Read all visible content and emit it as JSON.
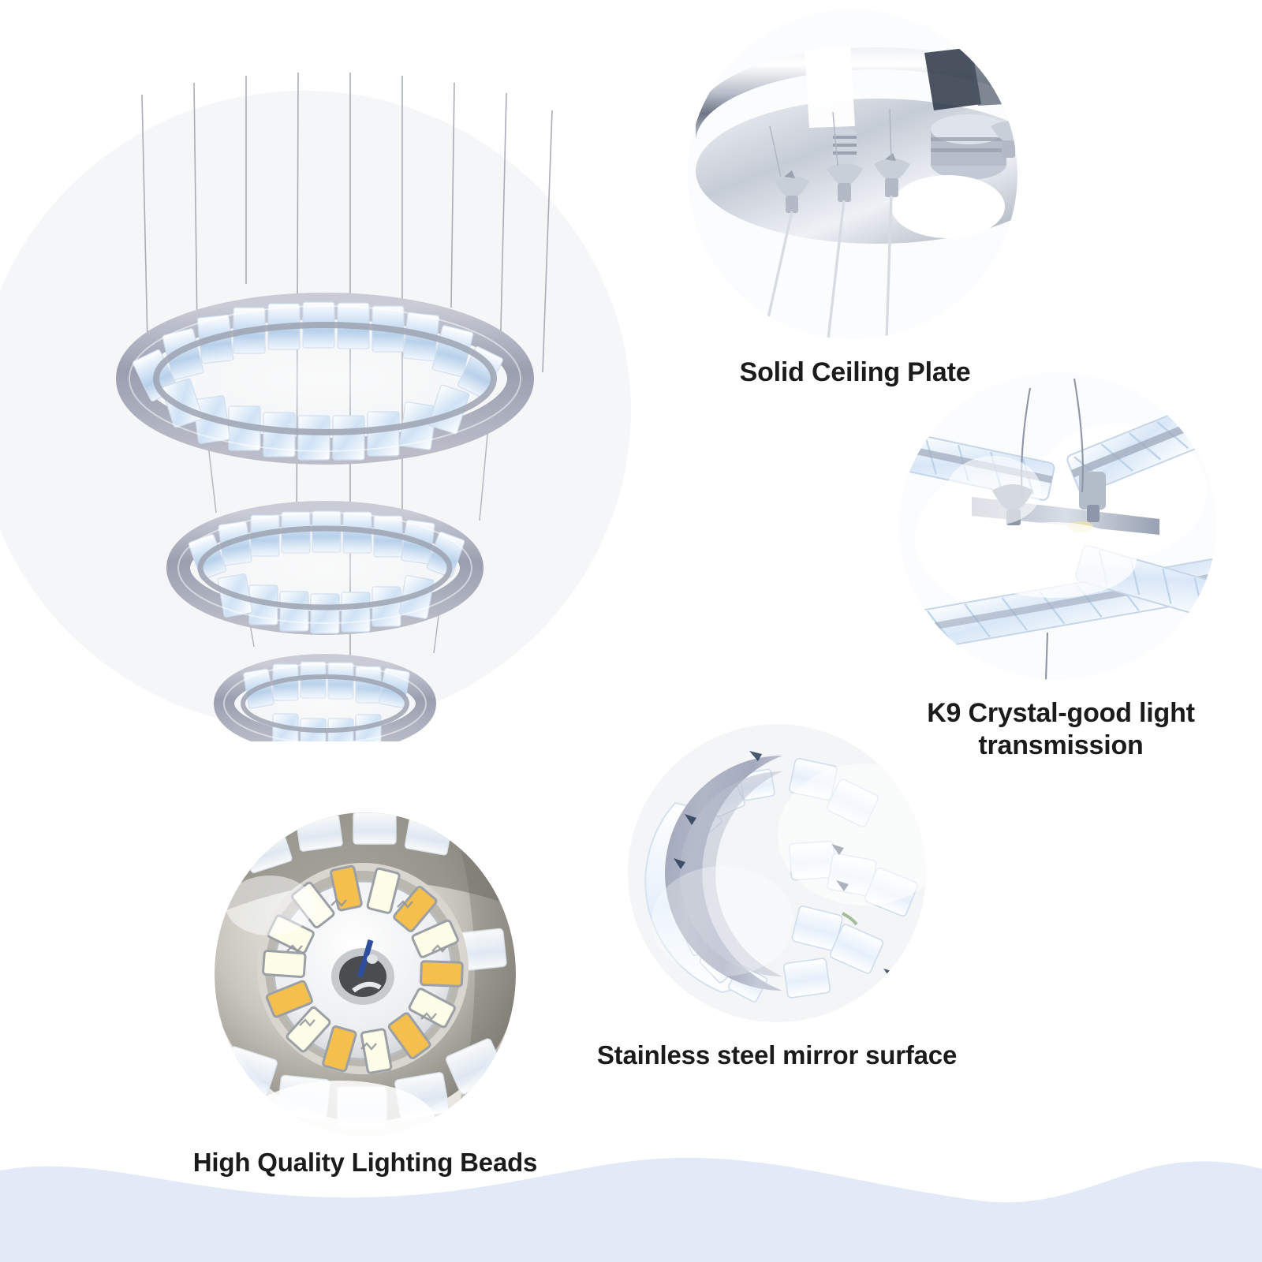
{
  "page": {
    "background_color": "#ffffff",
    "accent_wave_color": "#e2eaf8",
    "backdrop_color": "#f5f6f7",
    "caption_color": "#1b1b1b"
  },
  "hero": {
    "name": "three-ring-crystal-led-chandelier",
    "ring_count": 3,
    "wire_count": 9
  },
  "details": [
    {
      "id": "ceiling",
      "caption": "Solid Ceiling Plate",
      "subject": "chrome-ceiling-plate-with-cable-grips"
    },
    {
      "id": "crystal",
      "caption_line1": "K9 Crystal-good light",
      "caption_line2": "transmission",
      "caption": "K9 Crystal-good light transmission",
      "subject": "k9-crystal-closeup"
    },
    {
      "id": "steel",
      "caption": "Stainless steel mirror surface",
      "subject": "stainless-steel-mirror-ring-edge"
    },
    {
      "id": "beads",
      "caption": "High Quality Lighting Beads",
      "subject": "smd-led-board-closeup"
    }
  ],
  "led_board": {
    "chip_count": 14,
    "warm_color": "#f5bf4e",
    "cool_color": "#fdfde8"
  }
}
